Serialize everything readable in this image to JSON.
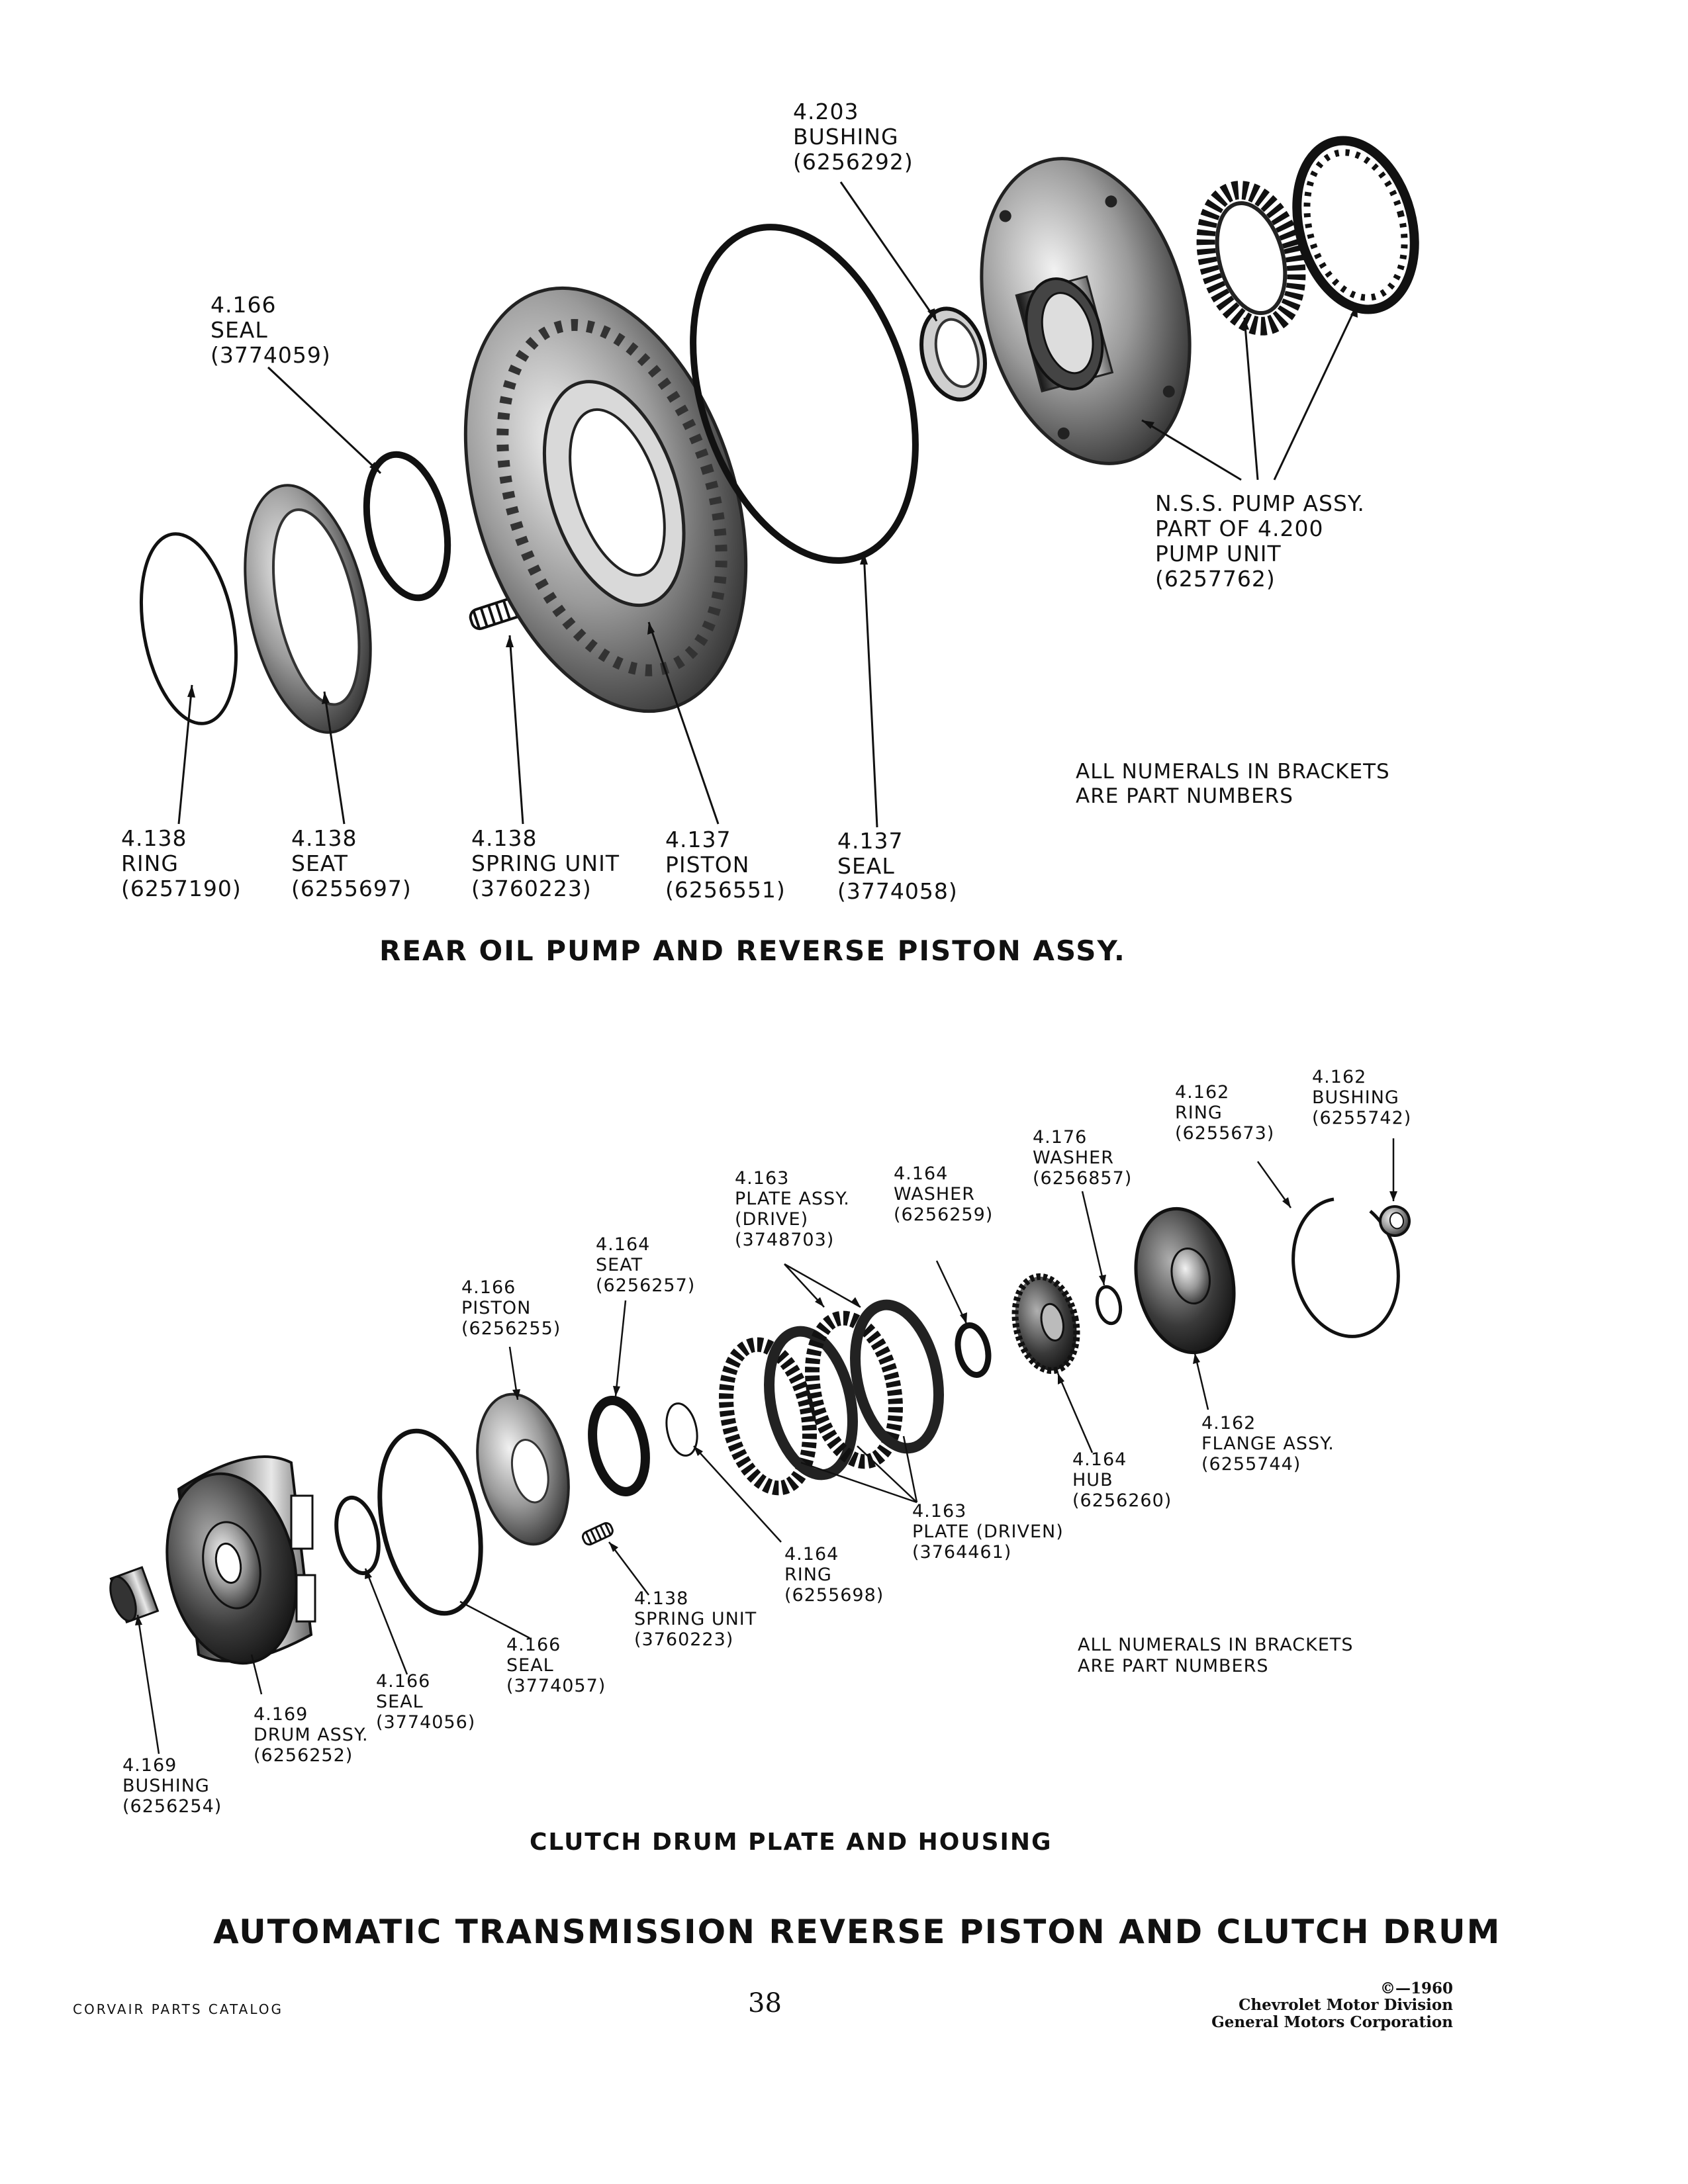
{
  "diagram_top": {
    "title": "REAR OIL PUMP AND REVERSE PISTON ASSY.",
    "note": [
      "ALL NUMERALS IN BRACKETS",
      "ARE PART NUMBERS"
    ],
    "callouts": [
      {
        "id": "bushing-4203",
        "lines": [
          "4.203",
          "BUSHING",
          "(6256292)"
        ]
      },
      {
        "id": "seal-4166",
        "lines": [
          "4.166",
          "SEAL",
          "(3774059)"
        ]
      },
      {
        "id": "pump-assy",
        "lines": [
          "N.S.S. PUMP ASSY.",
          "PART OF 4.200",
          "PUMP UNIT",
          "(6257762)"
        ]
      },
      {
        "id": "ring-4138",
        "lines": [
          "4.138",
          "RING",
          "(6257190)"
        ]
      },
      {
        "id": "seat-4138",
        "lines": [
          "4.138",
          "SEAT",
          "(6255697)"
        ]
      },
      {
        "id": "spring-4138",
        "lines": [
          "4.138",
          "SPRING UNIT",
          "(3760223)"
        ]
      },
      {
        "id": "piston-4137",
        "lines": [
          "4.137",
          "PISTON",
          "(6256551)"
        ]
      },
      {
        "id": "seal-4137",
        "lines": [
          "4.137",
          "SEAL",
          "(3774058)"
        ]
      }
    ]
  },
  "diagram_bottom": {
    "title": "CLUTCH DRUM PLATE AND HOUSING",
    "note": [
      "ALL NUMERALS IN BRACKETS",
      "ARE PART NUMBERS"
    ],
    "callouts": [
      {
        "id": "bushing-4162",
        "lines": [
          "4.162",
          "BUSHING",
          "(6255742)"
        ]
      },
      {
        "id": "ring-4162",
        "lines": [
          "4.162",
          "RING",
          "(6255673)"
        ]
      },
      {
        "id": "washer-4176",
        "lines": [
          "4.176",
          "WASHER",
          "(6256857)"
        ]
      },
      {
        "id": "plate-drive-4163",
        "lines": [
          "4.163",
          "PLATE ASSY.",
          "(DRIVE)",
          "(3748703)"
        ]
      },
      {
        "id": "washer-4164",
        "lines": [
          "4.164",
          "WASHER",
          "(6256259)"
        ]
      },
      {
        "id": "seat-4164",
        "lines": [
          "4.164",
          "SEAT",
          "(6256257)"
        ]
      },
      {
        "id": "piston-4166",
        "lines": [
          "4.166",
          "PISTON",
          "(6256255)"
        ]
      },
      {
        "id": "flange-4162",
        "lines": [
          "4.162",
          "FLANGE ASSY.",
          "(6255744)"
        ]
      },
      {
        "id": "hub-4164",
        "lines": [
          "4.164",
          "HUB",
          "(6256260)"
        ]
      },
      {
        "id": "plate-driven-4163",
        "lines": [
          "4.163",
          "PLATE (DRIVEN)",
          "(3764461)"
        ]
      },
      {
        "id": "ring-4164",
        "lines": [
          "4.164",
          "RING",
          "(6255698)"
        ]
      },
      {
        "id": "spring-4138b",
        "lines": [
          "4.138",
          "SPRING UNIT",
          "(3760223)"
        ]
      },
      {
        "id": "seal-4166b",
        "lines": [
          "4.166",
          "SEAL",
          "(3774057)"
        ]
      },
      {
        "id": "seal-4166c",
        "lines": [
          "4.166",
          "SEAL",
          "(3774056)"
        ]
      },
      {
        "id": "drum-4169",
        "lines": [
          "4.169",
          "DRUM ASSY.",
          "(6256252)"
        ]
      },
      {
        "id": "bushing-4169",
        "lines": [
          "4.169",
          "BUSHING",
          "(6256254)"
        ]
      }
    ]
  },
  "page_title": "AUTOMATIC TRANSMISSION REVERSE PISTON AND CLUTCH DRUM",
  "footer": {
    "catalog": "CORVAIR PARTS CATALOG",
    "page_number": "38",
    "copyright_lines": [
      "©—1960",
      "Chevrolet Motor Division",
      "General Motors Corporation"
    ]
  }
}
